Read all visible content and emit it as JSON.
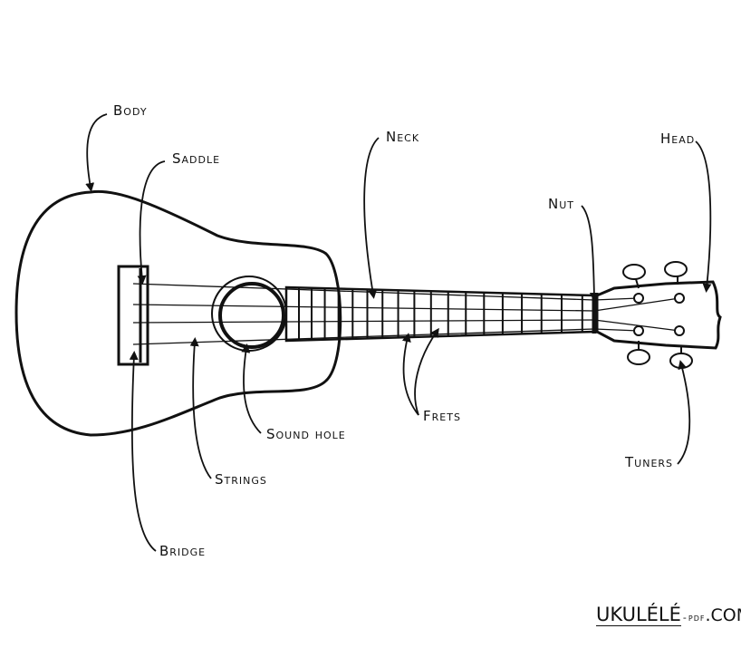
{
  "labels": {
    "body": "Body",
    "saddle": "Saddle",
    "neck": "Neck",
    "head": "Head",
    "nut": "Nut",
    "frets": "Frets",
    "sound_hole": "Sound hole",
    "strings": "Strings",
    "tuners": "Tuners",
    "bridge": "Bridge"
  },
  "brand": {
    "name": "UKULÉLÉ",
    "separator": "-",
    "suffix": "pdf",
    "tld": ".COM"
  },
  "colors": {
    "ink": "#111111",
    "background": "#ffffff"
  }
}
